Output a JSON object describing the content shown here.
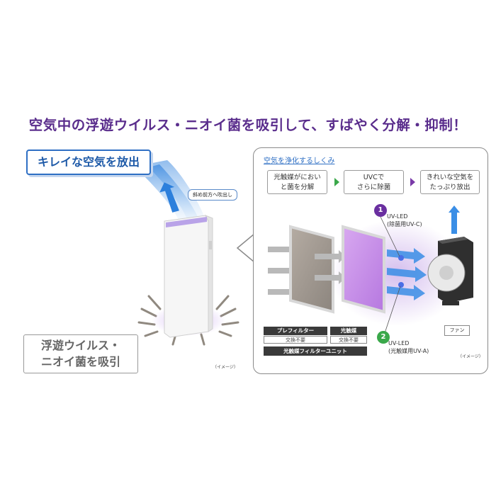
{
  "headline": "空気中の浮遊ウイルス・ニオイ菌を吸引して、すばやく分解・抑制！",
  "left": {
    "out_label": "キレイな空気を放出",
    "diag_note": "斜め前方へ吹出し",
    "in_label_line1": "浮遊ウイルス・",
    "in_label_line2": "ニオイ菌を吸引",
    "image_note": "（イメージ）"
  },
  "panel": {
    "title": "空気を浄化するしくみ",
    "steps": [
      {
        "line1": "光触媒がにおい",
        "line2": "と菌を分解"
      },
      {
        "line1": "UVCで",
        "line2": "さらに除菌"
      },
      {
        "line1": "きれいな空気を",
        "line2": "たっぷり放出"
      }
    ],
    "uv1": {
      "num": "1",
      "line1": "UV-LED",
      "line2": "(除菌用UV-C)"
    },
    "uv2": {
      "num": "2",
      "line1": "UV-LED",
      "line2": "(光触媒用UV-A)"
    },
    "prefilter": "プレフィルター",
    "photocat": "光触媒",
    "no_replace_1": "交換不要",
    "no_replace_2": "交換不要",
    "unit": "光触媒フィルターユニット",
    "fan": "ファン",
    "image_note": "（イメージ）"
  },
  "colors": {
    "headline": "#5a2d8c",
    "accent_blue": "#2e6fc4",
    "uv_purple": "#6a2fa0",
    "uv_green": "#3aa84a",
    "flow_blue": "#3a8ee6"
  }
}
